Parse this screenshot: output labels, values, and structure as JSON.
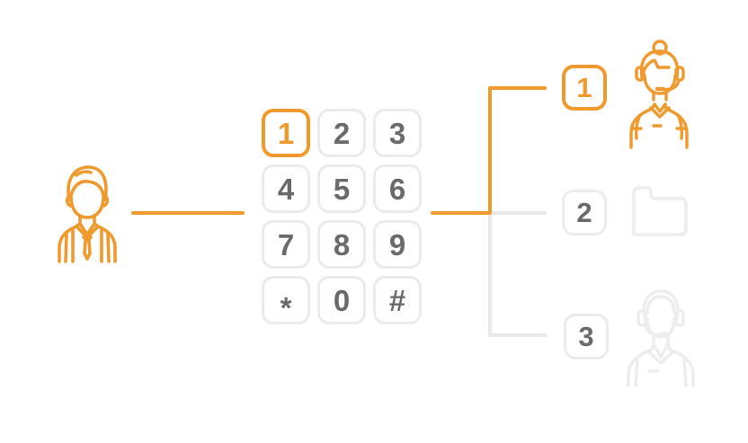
{
  "diagram_kind": "ivr-phone-menu-flow",
  "caller": {
    "icon": "caller-icon",
    "color": "#F0992D"
  },
  "keypad": {
    "active_key": "1",
    "keys": [
      {
        "label": "1",
        "active": true
      },
      {
        "label": "2",
        "active": false
      },
      {
        "label": "3",
        "active": false
      },
      {
        "label": "4",
        "active": false
      },
      {
        "label": "5",
        "active": false
      },
      {
        "label": "6",
        "active": false
      },
      {
        "label": "7",
        "active": false
      },
      {
        "label": "8",
        "active": false
      },
      {
        "label": "9",
        "active": false
      },
      {
        "label": "*",
        "active": false
      },
      {
        "label": "0",
        "active": false
      },
      {
        "label": "#",
        "active": false
      }
    ]
  },
  "menu": {
    "options": [
      {
        "number": "1",
        "icon": "support-agent-female-icon",
        "state": "selected"
      },
      {
        "number": "2",
        "icon": "folder-icon",
        "state": "inactive"
      },
      {
        "number": "3",
        "icon": "support-agent-male-icon",
        "state": "inactive"
      }
    ]
  },
  "colors": {
    "accent_orange": "#F0992D",
    "digit_gray": "#6A6A6A",
    "key_border_gray": "#EBEBEB",
    "badge_border_gray": "#ECECEC",
    "connector_gray": "#E9E9E9",
    "inactive_icon_gray": "#EDEDED",
    "background": "#FFFFFF"
  }
}
